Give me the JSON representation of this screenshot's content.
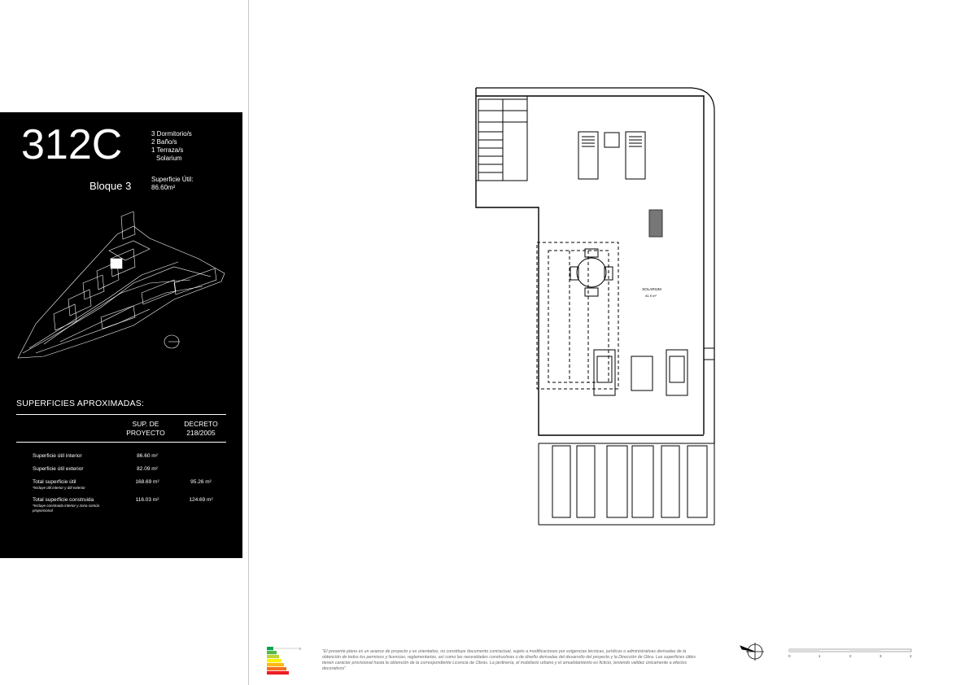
{
  "unit": {
    "code": "312C",
    "block": "Bloque 3",
    "features": [
      "3 Dormitorio/s",
      "2 Baño/s",
      "1 Terraza/s",
      "Solarium"
    ],
    "area_label": "Superficie Útil:",
    "area_value": "86.60m²"
  },
  "surfaces": {
    "title": "SUPERFICIES APROXIMADAS:",
    "col_project": [
      "SUP. DE",
      "PROYECTO"
    ],
    "col_decree": [
      "DECRETO",
      "218/2005"
    ],
    "rows": [
      {
        "label": "Superficie útil interior",
        "note": "",
        "project": "86.60 m²",
        "decree": ""
      },
      {
        "label": "Superficie útil exterior",
        "note": "",
        "project": "82.09 m²",
        "decree": ""
      },
      {
        "label": "Total superficie útil",
        "note": "*Incluye útil interior y útil exterior",
        "project": "168.69 m²",
        "decree": "95.26 m²"
      },
      {
        "label": "Total superficie construida",
        "note": "*Incluye construida interior y zona común proporcional",
        "project": "116.03 m²",
        "decree": "124.69 m²"
      }
    ]
  },
  "plan": {
    "room_name": "SOLARIUM",
    "room_area": "81.9 m²"
  },
  "footer": {
    "energy_rating": "G",
    "disclaimer": "\"El presente plano es un avance de proyecto y es orientativo, no constituye documento contractual, sujeto a modificaciones por exigencias técnicas, jurídicas o administrativas derivadas de la obtención de todos los permisos y licencias, reglamentarias, así como las necesidades constructivas o de diseño derivadas del desarrollo del proyecto y la Dirección de Obra. Las superficies útiles tienen carácter provisional hasta la obtención de la correspondiente Licencia de Obras. La jardinería, el mobiliario urbano y el amueblamiento es ficticio, teniendo validez únicamente a efectos decorativos\"",
    "scale_numbers": [
      "0",
      "1",
      "2",
      "3",
      "4"
    ]
  },
  "colors": {
    "panel_bg": "#000000",
    "energy": [
      "#00a650",
      "#52b848",
      "#bed630",
      "#fff200",
      "#fdb913",
      "#f37021",
      "#ed1c24"
    ]
  }
}
